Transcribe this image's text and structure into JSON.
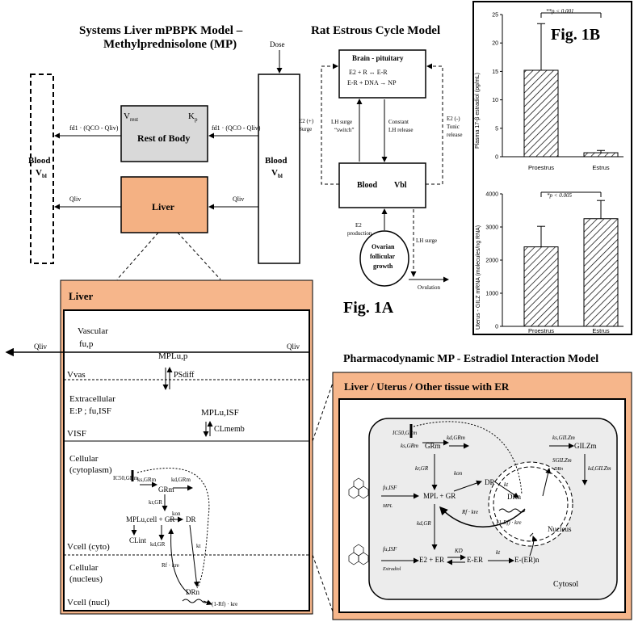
{
  "pbpk": {
    "title1": "Systems Liver mPBPK Model –",
    "title2": "Methylprednisolone (MP)",
    "dose": "Dose",
    "blood_left": "Blood",
    "blood_left_sub": "V",
    "blood_left_subsub": "bl",
    "blood_right": "Blood",
    "blood_right_sub": "V",
    "blood_right_subsub": "bl",
    "rest_v": "V",
    "rest_vsub": "rest",
    "rest_k": "K",
    "rest_ksub": "p",
    "rest_label": "Rest of Body",
    "liver_label": "Liver",
    "flow_left": "fd1 · (QCO - Qliv)",
    "flow_right": "fd1 · (QCO - Qliv)",
    "qliv_left": "Qliv",
    "qliv_right": "Qliv"
  },
  "estrous": {
    "title": "Rat Estrous Cycle Model",
    "brain": "Brain - pituitary",
    "eq1": "E2 + R ↔ E-R",
    "eq2": "E-R + DNA → NP",
    "e2_plus": "E2 (+)",
    "surge": "Surge",
    "e2_minus": "E2 (-)",
    "tonic": "Tonic",
    "release": "release",
    "lh_surge": "LH surge",
    "switch": "“switch”",
    "constant": "Constant",
    "lh_release": "LH release",
    "blood": "Blood",
    "vbl": "Vbl",
    "e2": "E2",
    "production": "production",
    "lh_surge2": "LH surge",
    "ovarian1": "Ovarian",
    "ovarian2": "follicular",
    "ovarian3": "growth",
    "ovulation": "Ovulation"
  },
  "fig1b": {
    "label": "Fig. 1B",
    "top": {
      "ylabel": "Plasma 17-β estradiol (pg/mL)",
      "sig": "**p < 0.001",
      "yticks": [
        "0",
        "5",
        "10",
        "15",
        "20",
        "25"
      ],
      "categories": [
        "Proestrus",
        "Estrus"
      ]
    },
    "bottom": {
      "ylabel": "Uterus - GILZ mRNA (molecules/ng RNA)",
      "sig": "*p < 0.005",
      "yticks": [
        "0",
        "1000",
        "2000",
        "3000",
        "4000"
      ],
      "categories": [
        "Proestrus",
        "Estrus"
      ]
    }
  },
  "chart_data": [
    {
      "type": "bar",
      "categories": [
        "Proestrus",
        "Estrus"
      ],
      "values": [
        15.2,
        0.7
      ],
      "errors": [
        8.2,
        0.4
      ],
      "ylabel": "Plasma 17-β estradiol (pg/mL)",
      "ylim": [
        0,
        25
      ],
      "annotation": "**p < 0.001"
    },
    {
      "type": "bar",
      "categories": [
        "Proestrus",
        "Estrus"
      ],
      "values": [
        2400,
        3250
      ],
      "errors": [
        620,
        550
      ],
      "ylabel": "Uterus - GILZ mRNA (molecules/ng RNA)",
      "ylim": [
        0,
        4000
      ],
      "annotation": "*p < 0.005"
    }
  ],
  "fig1a": "Fig. 1A",
  "liver_detail": {
    "title": "Liver",
    "vascular": "Vascular",
    "fup": "fu,p",
    "vvas": "Vvas",
    "mplup": "MPLu,p",
    "psdiff": "PSdiff",
    "extracellular": "Extracellular",
    "ep": "E:P ; fu,ISF",
    "visf": "VISF",
    "mpluisf": "MPLu,ISF",
    "clmemb": "CLmemb",
    "cellular": "Cellular",
    "cytoplasm": "(cytoplasm)",
    "vcellcyto": "Vcell (cyto)",
    "cellular2": "Cellular",
    "nucleus": "(nucleus)",
    "vcellnucl": "Vcell (nucl)",
    "ic50": "IC50,GRm",
    "ksgrm": "ks,GRm",
    "kdgrm": "kd,GRm",
    "grm": "GRm",
    "krgr": "kr,GR",
    "mplucell": "MPLu,cell + GR",
    "kon": "kon",
    "dr": "DR",
    "clint": "CLint",
    "kdgr": "kd,GR",
    "kt": "kt",
    "rfkre": "Rf · kre",
    "drn": "DRn",
    "rfkre2": "(1-Rf) · kre",
    "qliv_in": "Qliv",
    "qliv_out": "Qliv"
  },
  "pd": {
    "title": "Pharmacodynamic MP - Estradiol Interaction Model",
    "subtitle": "Liver / Uterus / Other tissue with ER",
    "ic50": "IC50,GRm",
    "ksgrm": "ks,GRm",
    "grm": "GRm",
    "kdgrm": "kd,GRm",
    "krgr": "kr,GR",
    "kon": "kon",
    "dr": "DR",
    "kt": "kt",
    "mpl": "MPL + GR",
    "fuisf": "fu,ISF",
    "fuisf_sub": "MPL",
    "kdgr": "kd,GR",
    "drn": "DRn",
    "rfkre": "Rf · kre",
    "rfkre2": "(1-Rf) · kre",
    "ksgilz": "ks,GILZm",
    "gilz": "GILZm",
    "kdgilz": "kd,GILZm",
    "sgilz": "SGILZm",
    "sgilz_sub": "DRn",
    "nucleus": "Nucleus",
    "fuisf2": "fu,ISF",
    "estradiol": "Estradiol",
    "e2er": "E2 + ER",
    "kd": "KD",
    "eer": "E-ER",
    "kt2": "kt",
    "eern": "E-(ER)n",
    "cytosol": "Cytosol"
  },
  "colors": {
    "orange": "#f6b68b",
    "liverbox": "#f4b183",
    "gray": "#d9d9d9",
    "cytosol": "#ececec"
  }
}
